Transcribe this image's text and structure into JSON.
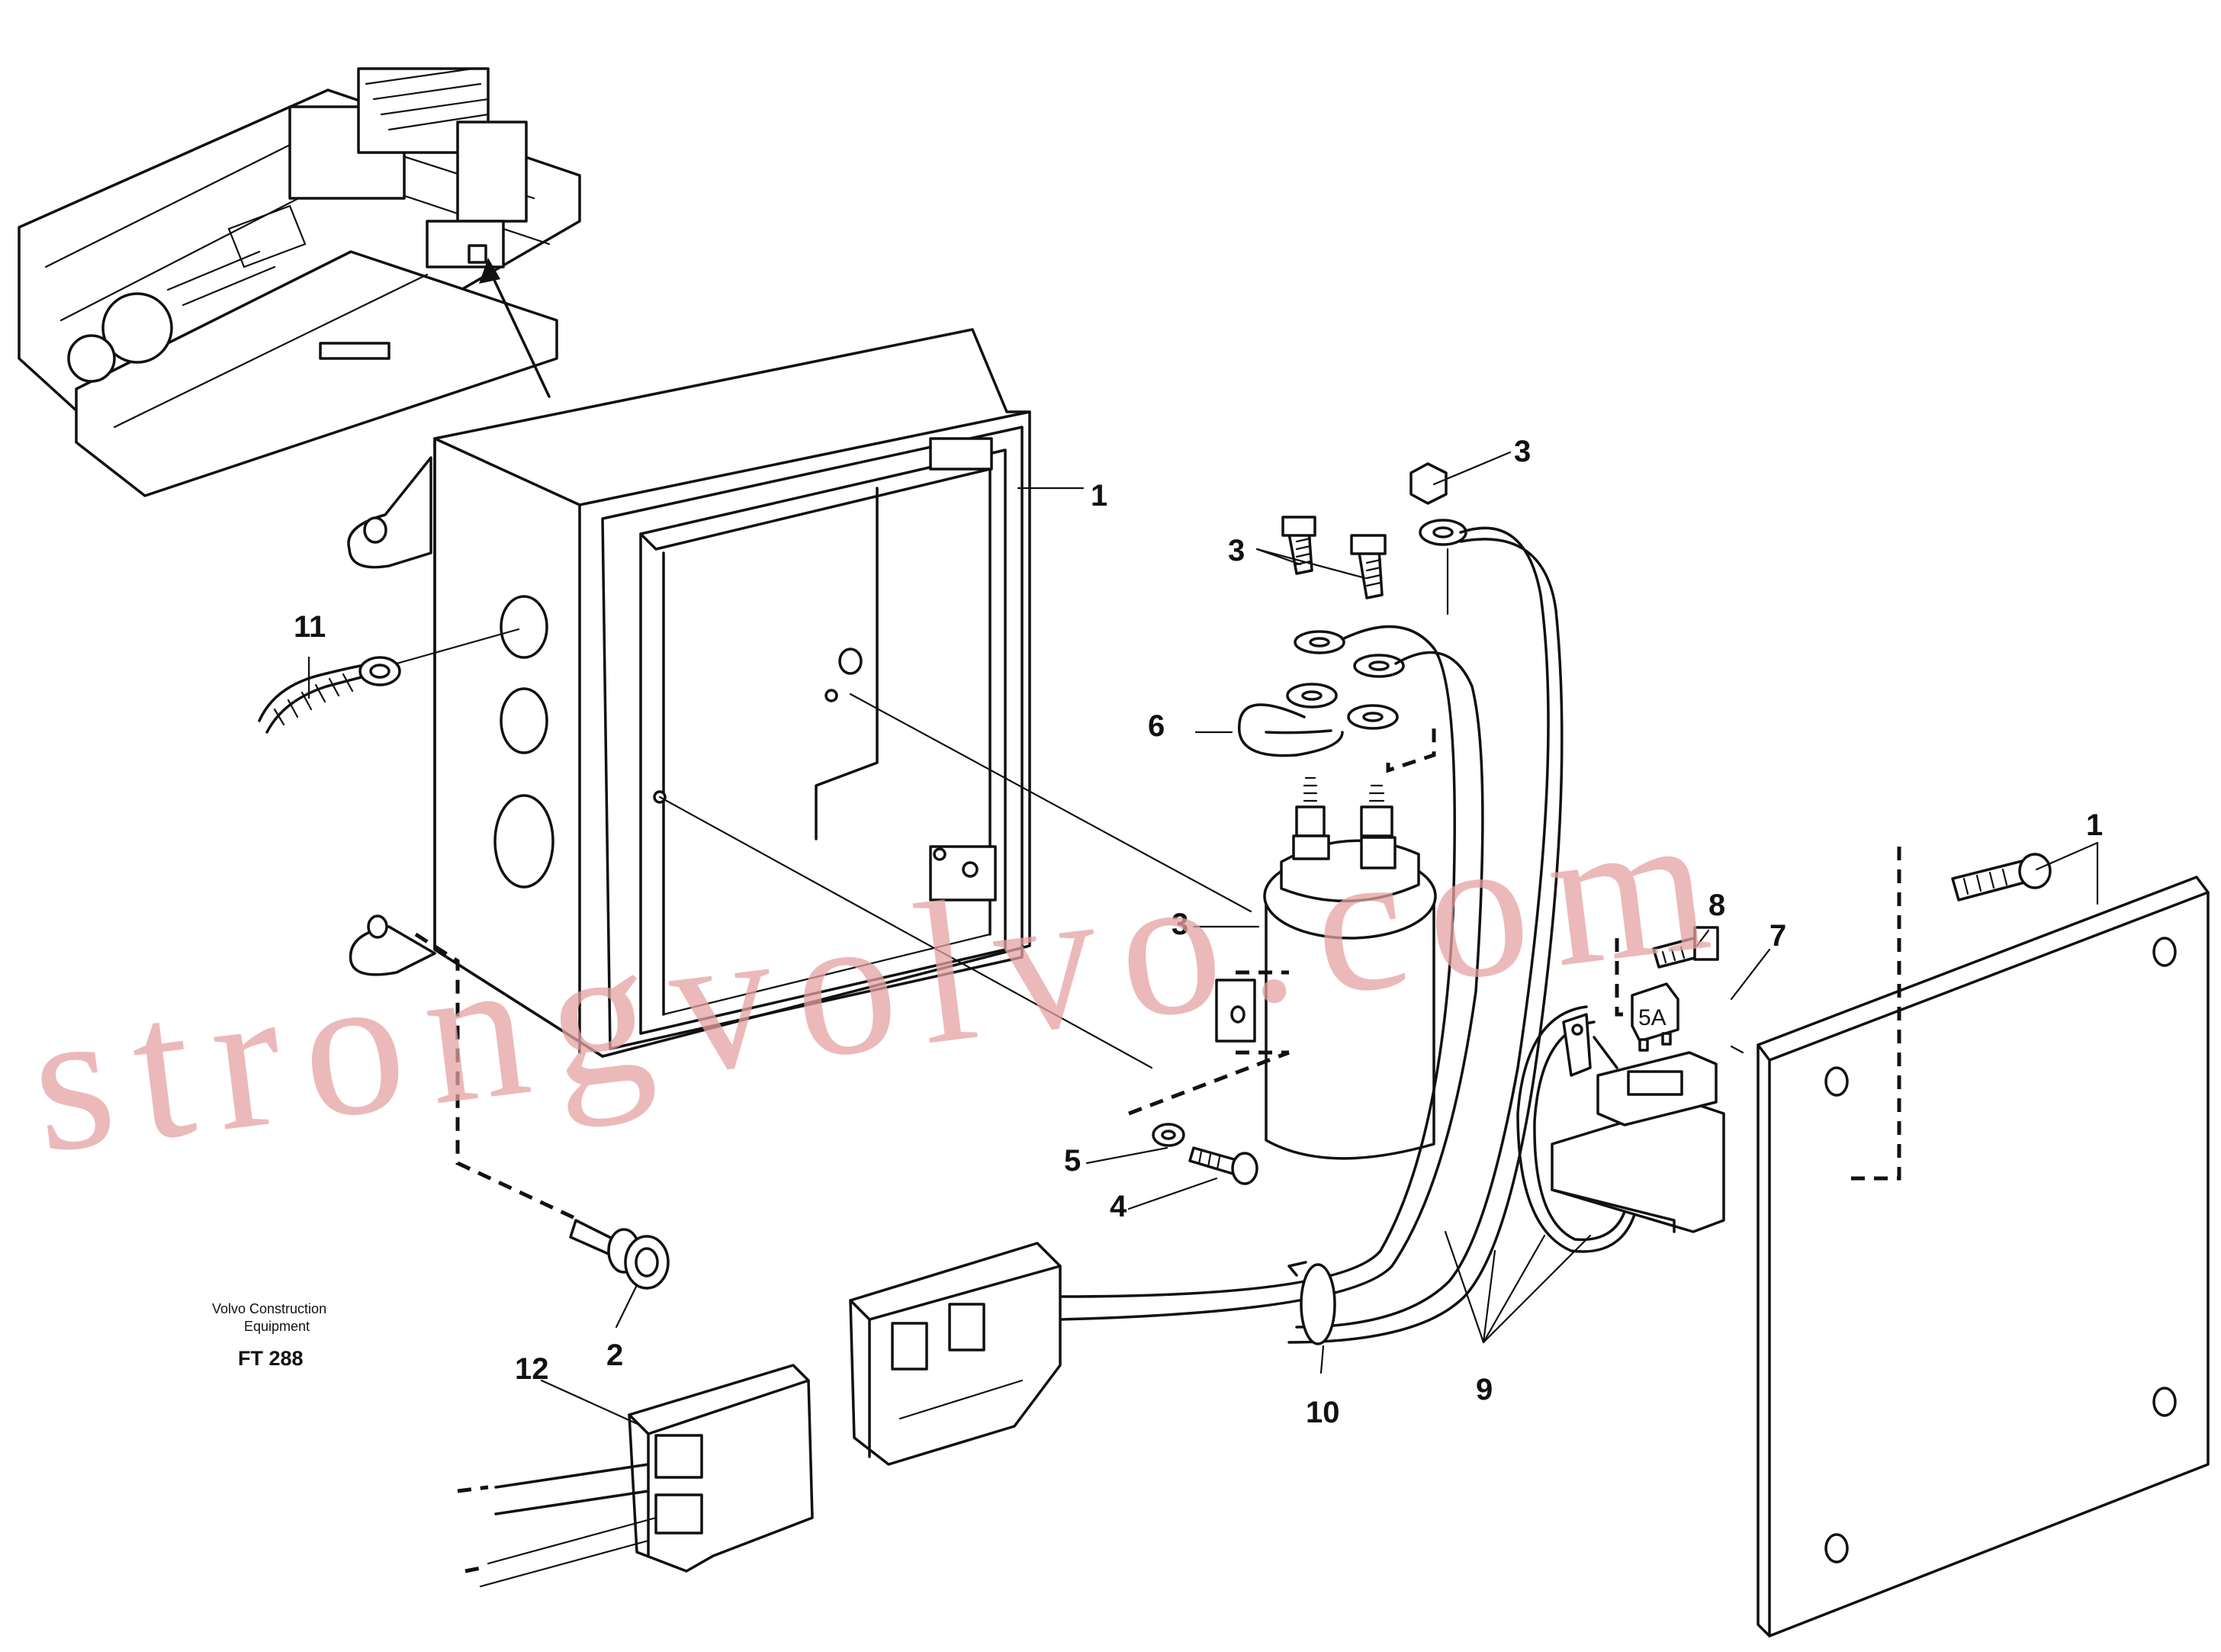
{
  "callouts": {
    "c1_box": "1",
    "c1_cover": "1",
    "c2": "2",
    "c3_nut": "3",
    "c3_screws": "3",
    "c3_relay": "3",
    "c4": "4",
    "c5": "5",
    "c6": "6",
    "c7": "7",
    "c8": "8",
    "c9": "9",
    "c10": "10",
    "c11": "11",
    "c12": "12"
  },
  "fuse_label": "5A",
  "credit": {
    "line1": "Volvo Construction",
    "line2": "Equipment",
    "figure_code": "FT 288"
  },
  "watermark": "strongvolvo.com"
}
